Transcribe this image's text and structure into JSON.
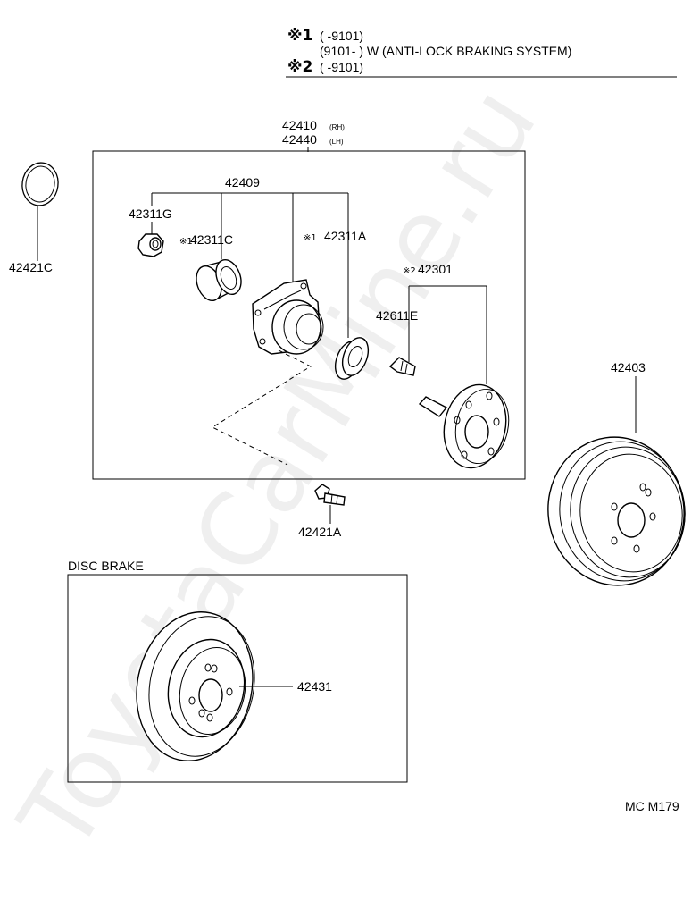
{
  "legend": {
    "mark1": "※1",
    "mark1_range": "(          -9101)",
    "mark1_line2": "(9101-          ) W (ANTI-LOCK BRAKING SYSTEM)",
    "mark2": "※2",
    "mark2_range": "(          -9101)"
  },
  "parts": {
    "hub_assembly_rh": "42410",
    "hub_assembly_rh_suffix": "(RH)",
    "hub_assembly_lh": "42440",
    "hub_assembly_lh_suffix": "(LH)",
    "o_ring": "42421C",
    "bearing_group": "42409",
    "nut": "42311G",
    "inner_bearing_mark": "※1",
    "inner_bearing": "42311C",
    "outer_bearing_mark": "※1",
    "outer_bearing": "42311A",
    "hub_flange_mark": "※2",
    "hub_flange": "42301",
    "hub_bolt": "42611E",
    "bolt_outside": "42421A",
    "brake_drum": "42403",
    "disc_rotor": "42431"
  },
  "sections": {
    "disc_brake_label": "DISC BRAKE"
  },
  "figure_code": "MC M179",
  "watermark": "ToyotaCarMine.ru"
}
